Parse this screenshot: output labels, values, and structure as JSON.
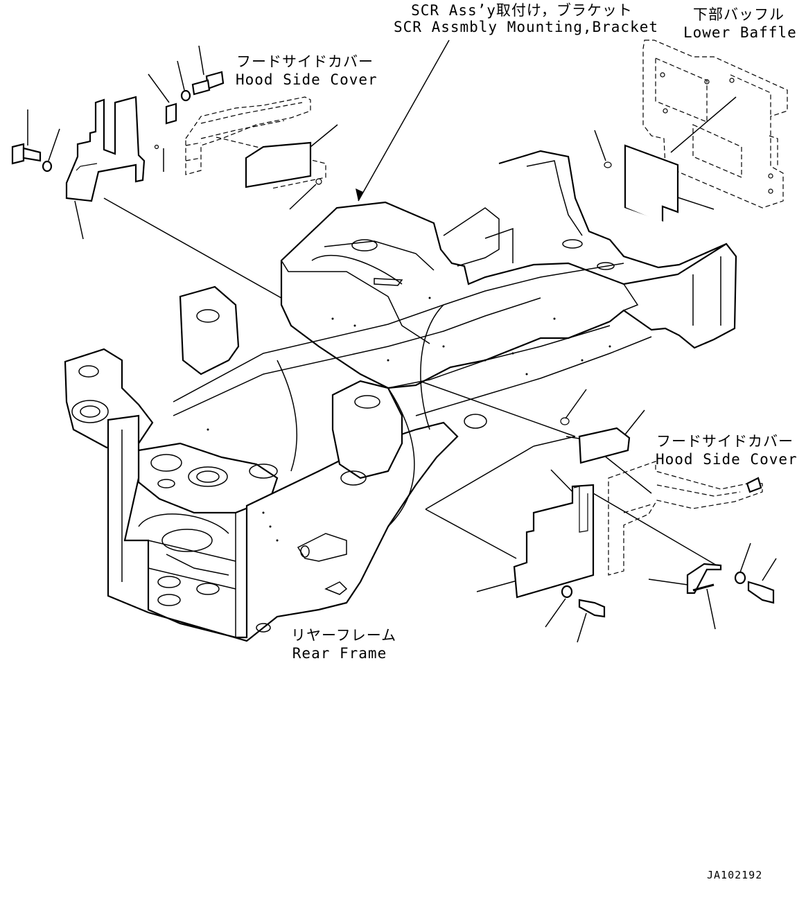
{
  "labels": {
    "scr_jp": "SCR  Ass’y取付け，ブラケット",
    "scr_en": "SCR Assmbly Mounting,Bracket",
    "lower_baffle_jp": "下部バッフル",
    "lower_baffle_en": "Lower Baffle",
    "hood_left_jp": "フードサイドカバー",
    "hood_left_en": "Hood Side Cover",
    "hood_right_jp": "フードサイドカバー",
    "hood_right_en": "Hood Side Cover",
    "rear_frame_jp": "リヤーフレーム",
    "rear_frame_en": "Rear Frame",
    "drawing_id": "JA102192"
  }
}
